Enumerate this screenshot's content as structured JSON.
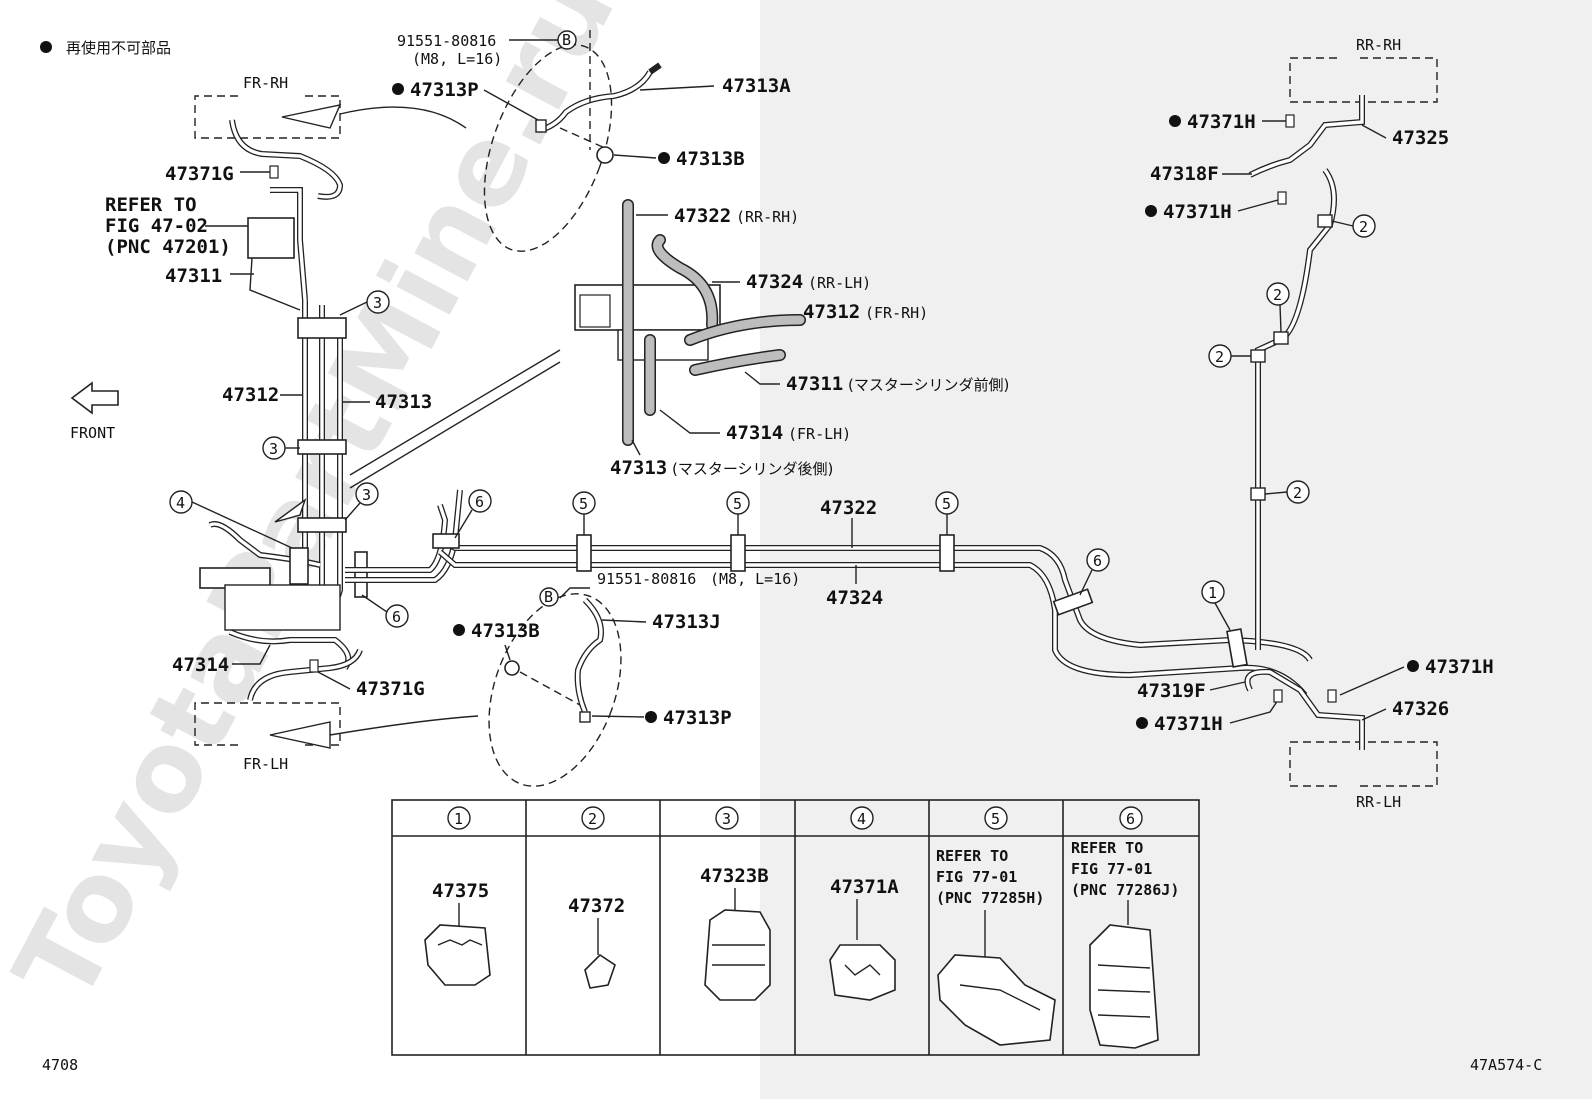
{
  "legend": {
    "bullet": "●",
    "text": "再使用不可部品"
  },
  "front_label": "FRONT",
  "watermark": "ToyotaPartMine.ru",
  "footer": {
    "page": "4708",
    "figure_code": "47A574-C"
  },
  "wheels": {
    "fr_rh": "FR-RH",
    "fr_lh": "FR-LH",
    "rr_rh": "RR-RH",
    "rr_lh": "RR-LH"
  },
  "parts": {
    "bolt_top": "91551-80816",
    "bolt_top_spec": "(M8, L=16)",
    "bolt_top_circle": "B",
    "p47313P_top": "47313P",
    "p47313A": "47313A",
    "p47313B_top": "47313B",
    "p47371G_top": "47371G",
    "refer_line1": "REFER TO",
    "refer_line2": "FIG 47-02",
    "refer_line3": "(PNC 47201)",
    "p47311": "47311",
    "p47312": "47312",
    "p47313": "47313",
    "p47322_rrrh": "47322",
    "p47322_rrrh_note": "(RR-RH)",
    "p47324_rrlh": "47324",
    "p47324_rrlh_note": "(RR-LH)",
    "p47312_frrh": "47312",
    "p47312_frrh_note": "(FR-RH)",
    "p47311_note_pn": "47311",
    "p47311_note": "(マスターシリンダ前側)",
    "p47314_frlh": "47314",
    "p47314_frlh_note": "(FR-LH)",
    "p47313_note_pn": "47313",
    "p47313_note": "(マスターシリンダ後側)",
    "p47322_main": "47322",
    "p47324_main": "47324",
    "bolt_bottom": "91551-80816",
    "bolt_bottom_spec": "(M8, L=16)",
    "bolt_bottom_circle": "B",
    "p47313J": "47313J",
    "p47313B_bottom": "47313B",
    "p47313P_bottom": "47313P",
    "p47314": "47314",
    "p47371G_bottom": "47371G",
    "p47371H_a": "47371H",
    "p47325": "47325",
    "p47318F": "47318F",
    "p47371H_b": "47371H",
    "p47371H_c": "47371H",
    "p47326": "47326",
    "p47319F": "47319F",
    "p47371H_d": "47371H"
  },
  "callouts": [
    "1",
    "2",
    "3",
    "4",
    "5",
    "6"
  ],
  "table": {
    "headers": [
      "1",
      "2",
      "3",
      "4",
      "5",
      "6"
    ],
    "cells": [
      {
        "part": "47375"
      },
      {
        "part": "47372"
      },
      {
        "part": "47323B"
      },
      {
        "part": "47371A"
      },
      {
        "refer1": "REFER TO",
        "refer2": "FIG 77-01",
        "refer3": "(PNC 77285H)"
      },
      {
        "refer1": "REFER TO",
        "refer2": "FIG 77-01",
        "refer3": "(PNC 77286J)"
      }
    ]
  }
}
